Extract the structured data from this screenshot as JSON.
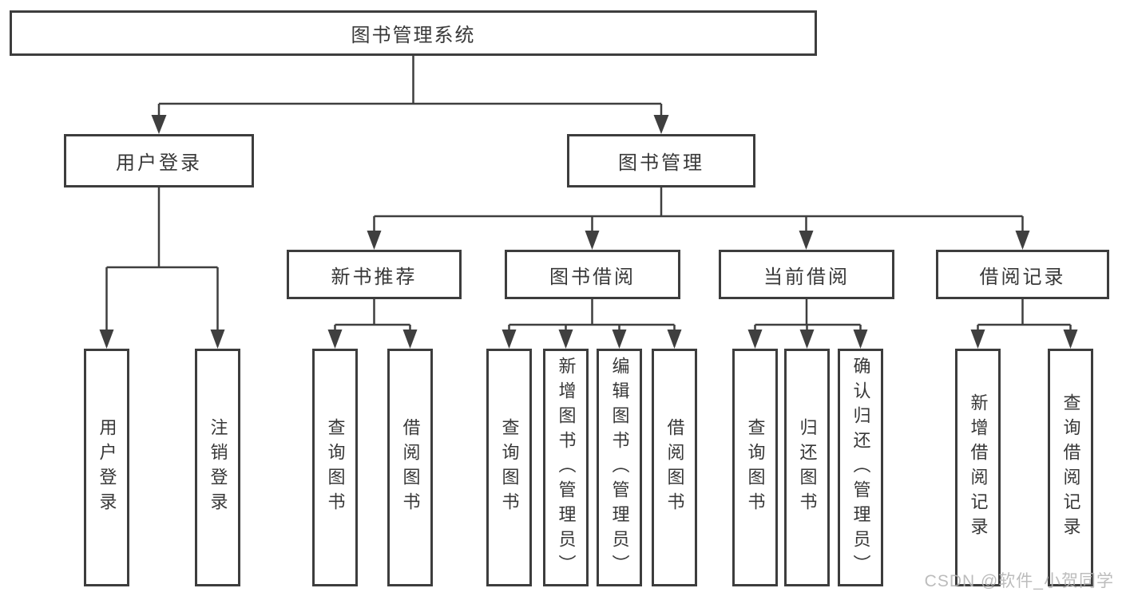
{
  "diagram": {
    "root": "图书管理系统",
    "user_login": {
      "label": "用户登录",
      "children": {
        "login": "用户登录",
        "logout": "注销登录"
      }
    },
    "book_mgmt": {
      "label": "图书管理",
      "sections": {
        "new_book": {
          "label": "新书推荐",
          "children": {
            "query": "查询图书",
            "borrow": "借阅图书"
          }
        },
        "borrowing": {
          "label": "图书借阅",
          "children": {
            "query": "查询图书",
            "add": "新增图书（管理员）",
            "edit": "编辑图书（管理员）",
            "borrow": "借阅图书"
          }
        },
        "current": {
          "label": "当前借阅",
          "children": {
            "query": "查询图书",
            "return": "归还图书",
            "confirm": "确认归还（管理员）"
          }
        },
        "records": {
          "label": "借阅记录",
          "children": {
            "add": "新增借阅记录",
            "query": "查询借阅记录"
          }
        }
      }
    }
  },
  "watermark": "CSDN @软件_小贺同学",
  "colors": {
    "line": "#3f3f3f",
    "border": "#3d3d3d",
    "text": "#383838",
    "background": "#ffffff",
    "watermark": "#b5b5b5"
  }
}
